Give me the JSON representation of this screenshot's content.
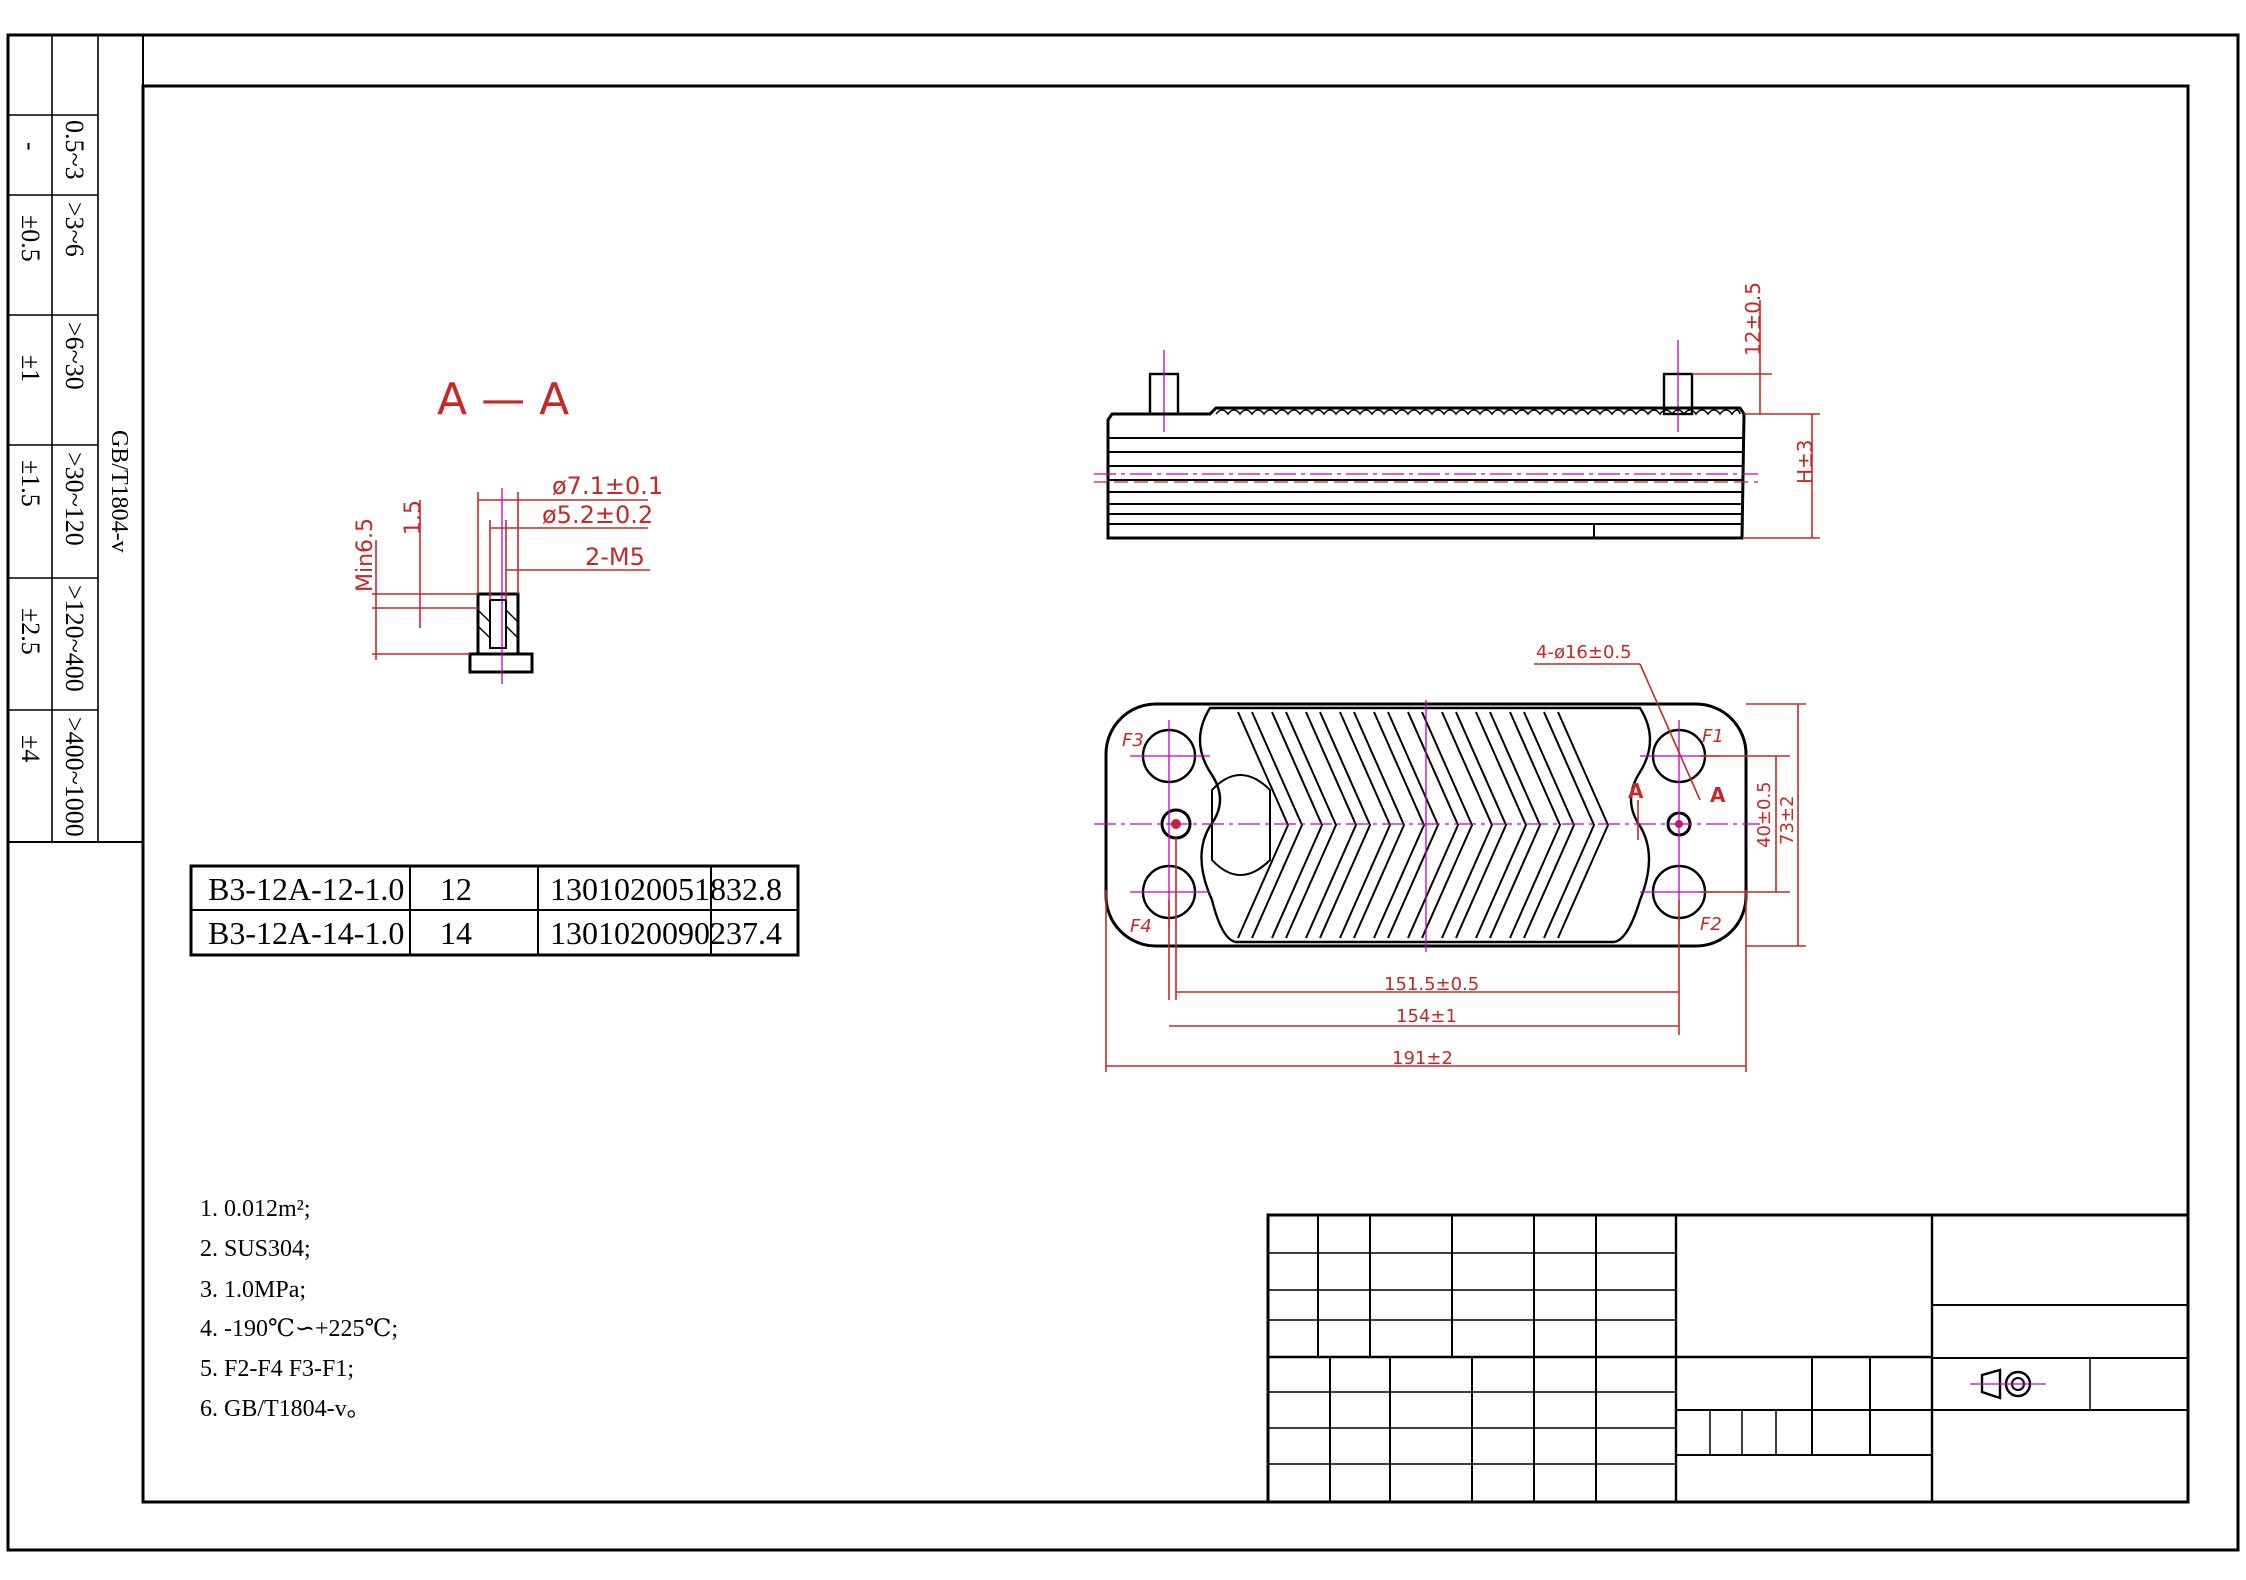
{
  "standard_side_label": "GB/T1804-v",
  "tolerance_table": {
    "ranges": [
      "0.5~3",
      ">3~6",
      ">6~30",
      ">30~120",
      ">120~400",
      ">400~1000"
    ],
    "tolerances": [
      "-",
      "±0.5",
      "±1",
      "±1.5",
      "±2.5",
      "±4"
    ]
  },
  "section": {
    "title": "A — A",
    "dims": {
      "outer_dia": "ø7.1±0.1",
      "inner_dia": "ø5.2±0.2",
      "thread": "2-M5",
      "height": "1.5",
      "min_depth": "Min6.5"
    }
  },
  "side_view": {
    "dims": {
      "stud": "12±0.5",
      "height": "H±3"
    }
  },
  "front_view": {
    "ports": [
      "F1",
      "F2",
      "F3",
      "F4"
    ],
    "section_marks": [
      "A",
      "A"
    ],
    "dims": {
      "holes": "4-ø16±0.5",
      "v_spacing": "40±0.5",
      "height": "73±2",
      "port_spacing": "151.5±0.5",
      "center_spacing": "154±1",
      "length": "191±2"
    }
  },
  "models_table": [
    {
      "model": "B3-12A-12-1.0",
      "plates": "12",
      "code": "13010200518",
      "value": "32.8"
    },
    {
      "model": "B3-12A-14-1.0",
      "plates": "14",
      "code": "13010200902",
      "value": "37.4"
    }
  ],
  "notes": [
    "1. 0.012m²;",
    "2. SUS304;",
    "3. 1.0MPa;",
    "4. -190℃∽+225℃;",
    "5. F2-F4 F3-F1;",
    "6. GB/T1804-v。"
  ],
  "colors": {
    "dimension": "#c62828",
    "centerline": "#c400c4",
    "line": "#000000"
  }
}
